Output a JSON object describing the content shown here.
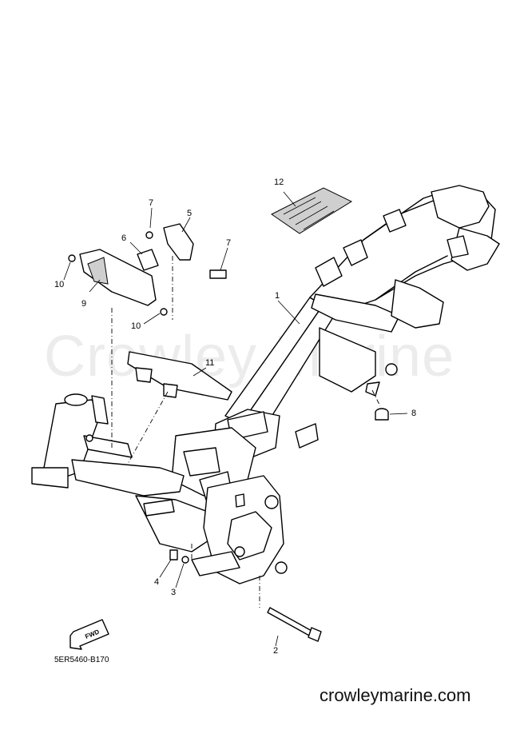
{
  "watermark": "Crowley Marine",
  "footer_url": "crowleymarine.com",
  "diagram_code": "5ER5460-B170",
  "fwd_label": "FWD",
  "callouts": {
    "c1": "1",
    "c2": "2",
    "c3": "3",
    "c4": "4",
    "c5": "5",
    "c6": "6",
    "c7a": "7",
    "c7b": "7",
    "c8": "8",
    "c9": "9",
    "c10a": "10",
    "c10b": "10",
    "c11": "11",
    "c12": "12"
  }
}
